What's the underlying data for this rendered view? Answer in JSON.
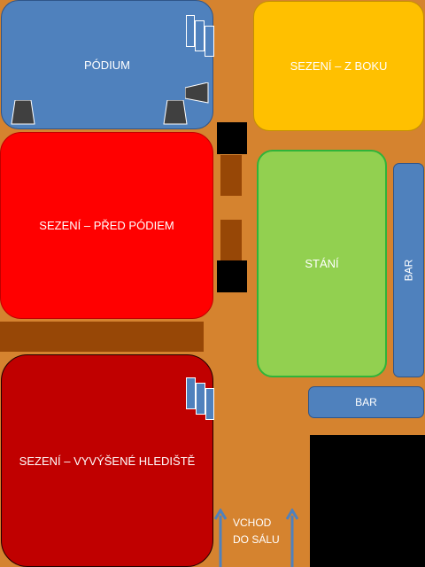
{
  "zones": {
    "podium": "PÓDIUM",
    "side_seating": "SEZENÍ – Z BOKU",
    "front_seating": "SEZENÍ – PŘED PÓDIEM",
    "standing": "STÁNÍ",
    "bar_vertical": "BAR",
    "bar_horizontal": "BAR",
    "raised_seating": "SEZENÍ – VYVÝŠENÉ HLEDIŠTĚ"
  },
  "entrance": {
    "line1": "VCHOD",
    "line2": "DO SÁLU"
  },
  "colors": {
    "floor": "#d5832f",
    "podium": "#4f81bd",
    "side_seating": "#ffc000",
    "front_seating": "#ff0000",
    "standing": "#92d050",
    "raised_seating": "#c00000",
    "bar": "#4f81bd",
    "walkway": "#974706",
    "block": "#000000",
    "arrow": "#4f81bd"
  }
}
